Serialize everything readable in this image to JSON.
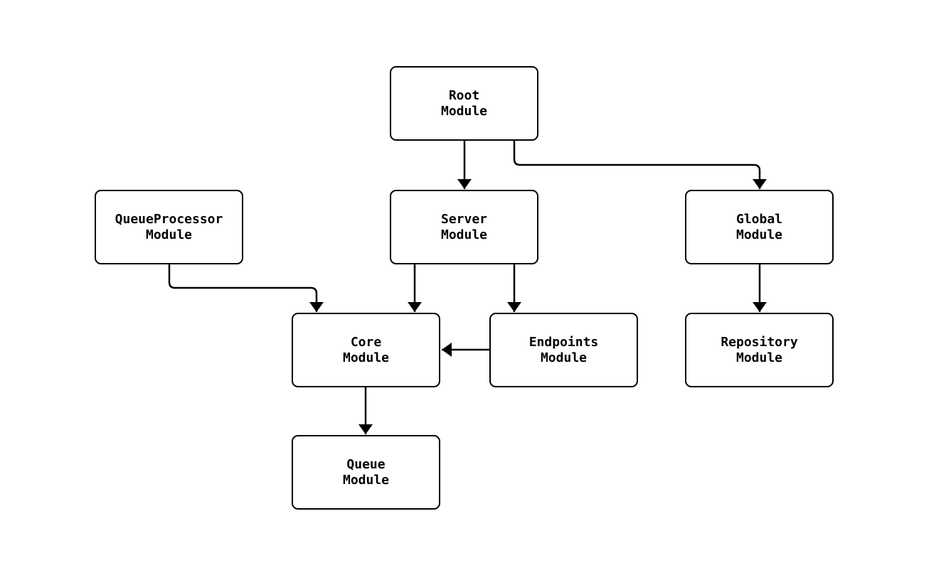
{
  "diagram": {
    "background_color": "#ffffff",
    "stroke_color": "#000000",
    "nodes": {
      "root": {
        "label": "Root\nModule"
      },
      "queueprocessor": {
        "label": "QueueProcessor\nModule"
      },
      "server": {
        "label": "Server\nModule"
      },
      "global": {
        "label": "Global\nModule"
      },
      "core": {
        "label": "Core\nModule"
      },
      "endpoints": {
        "label": "Endpoints\nModule"
      },
      "repository": {
        "label": "Repository\nModule"
      },
      "queue": {
        "label": "Queue\nModule"
      }
    },
    "edges": [
      {
        "from": "root",
        "to": "server"
      },
      {
        "from": "root",
        "to": "global"
      },
      {
        "from": "queueprocessor",
        "to": "core"
      },
      {
        "from": "server",
        "to": "core"
      },
      {
        "from": "server",
        "to": "endpoints"
      },
      {
        "from": "endpoints",
        "to": "core"
      },
      {
        "from": "global",
        "to": "repository"
      },
      {
        "from": "core",
        "to": "queue"
      }
    ]
  }
}
